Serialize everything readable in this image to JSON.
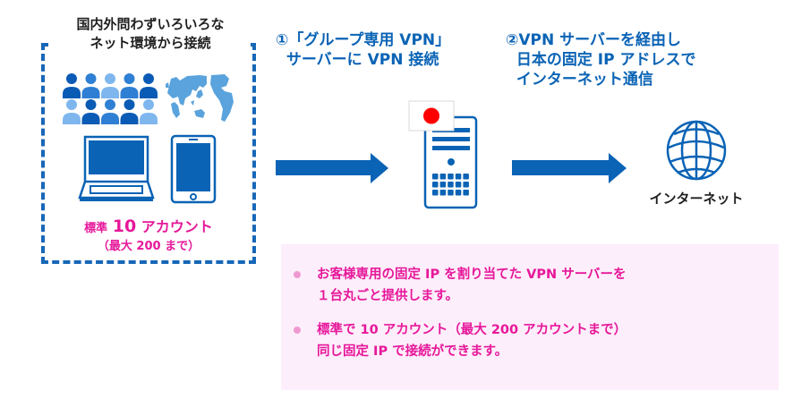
{
  "left_panel": {
    "title_line1": "国内外問わずいろいろな",
    "title_line2": "ネット環境から接続",
    "accounts_prefix": "標準",
    "accounts_number": "10",
    "accounts_suffix": "アカウント",
    "accounts_max": "（最大 200 まで）",
    "icons": [
      "people-group-icon",
      "world-map-icon",
      "laptop-icon",
      "tablet-icon"
    ]
  },
  "steps": [
    {
      "label": "①「グループ専用 VPN」\n  サーバーに VPN 接続"
    },
    {
      "label": "②VPN サーバーを経由し\n  日本の固定 IP アドレスで\n  インターネット通信"
    }
  ],
  "server": {
    "icon": "server-icon",
    "flag": "japan-flag-icon"
  },
  "internet": {
    "label": "インターネット",
    "icon": "globe-icon"
  },
  "info": {
    "items": [
      {
        "text": "お客様専用の固定 IP を割り当てた VPN サーバーを\n１台丸ごと提供します。"
      },
      {
        "text": "標準で 10 アカウント（最大 200 アカウントまで）\n同じ固定 IP で接続ができます。"
      }
    ]
  },
  "colors": {
    "primary_blue": "#0a63b5",
    "accent_pink": "#e6189a",
    "info_bg": "#fdeefb",
    "flag_red": "#ff0000"
  }
}
